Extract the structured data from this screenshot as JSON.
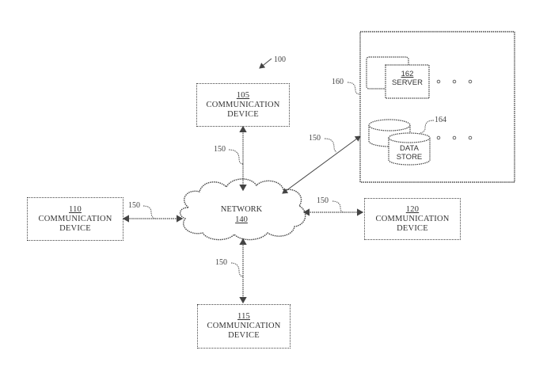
{
  "figure_ref": "100",
  "network": {
    "label": "NETWORK",
    "number": "140"
  },
  "devices": [
    {
      "number": "105",
      "line1": "COMMUNICATION",
      "line2": "DEVICE"
    },
    {
      "number": "110",
      "line1": "COMMUNICATION",
      "line2": "DEVICE"
    },
    {
      "number": "115",
      "line1": "COMMUNICATION",
      "line2": "DEVICE"
    },
    {
      "number": "120",
      "line1": "COMMUNICATION",
      "line2": "DEVICE"
    }
  ],
  "server_system": {
    "ref": "160",
    "server": {
      "number": "162",
      "label": "SERVER"
    },
    "data_store": {
      "ref": "164",
      "line1": "DATA",
      "line2": "STORE"
    },
    "ellipsis": "o o o"
  },
  "link_ref": "150"
}
